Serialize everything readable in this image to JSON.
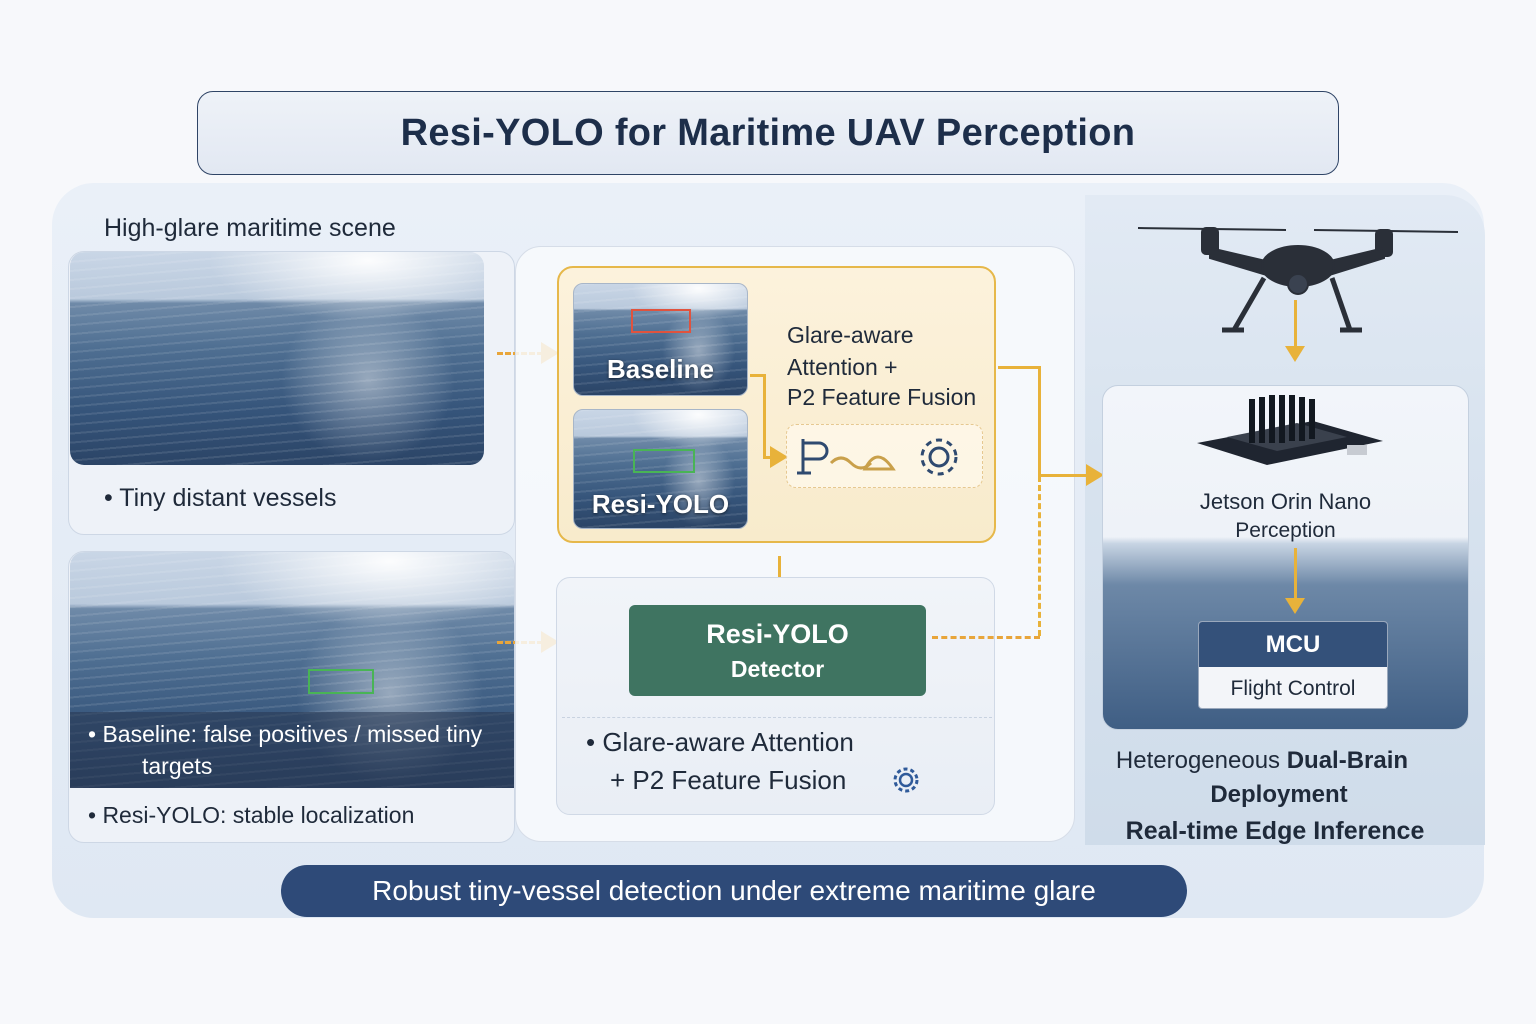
{
  "title": "Resi-YOLO for Maritime UAV Perception",
  "left": {
    "scene_label": "High-glare maritime scene",
    "bullet_tiny": "• Tiny distant vessels",
    "bullet_baseline_1": "• Baseline: false positives / missed tiny",
    "bullet_baseline_2": "targets",
    "bullet_resi": "• Resi-YOLO: stable localization"
  },
  "center": {
    "baseline_label": "Baseline",
    "resi_label": "Resi-YOLO",
    "attention_line1": "Glare-aware",
    "attention_line2": "Attention +",
    "attention_line3": "P2 Feature Fusion",
    "detector_title": "Resi-YOLO",
    "detector_sub": "Detector",
    "detector_bullet_1": "• Glare-aware Attention",
    "detector_bullet_2": "+ P2 Feature Fusion"
  },
  "right": {
    "jetson_line1": "Jetson Orin Nano",
    "jetson_line2": "Perception",
    "mcu_title": "MCU",
    "mcu_sub": "Flight Control",
    "dual_brain_prefix": "Heterogeneous ",
    "dual_brain_bold": "Dual-Brain",
    "deployment": "Deployment",
    "realtime": "Real-time Edge Inference"
  },
  "banner": "Robust tiny-vessel detection under extreme maritime glare",
  "colors": {
    "navy": "#1d2e4a",
    "banner": "#2e4a78",
    "detector_green": "#3f7461",
    "accent_gold": "#e8a53a",
    "yellow_panel": "#f8ebcc",
    "baseline_box": "#e0533e",
    "resi_box": "#49b455"
  },
  "icons": [
    "gear-icon",
    "drone-icon",
    "chip-icon",
    "fusion-icon",
    "small-gear-icon"
  ]
}
